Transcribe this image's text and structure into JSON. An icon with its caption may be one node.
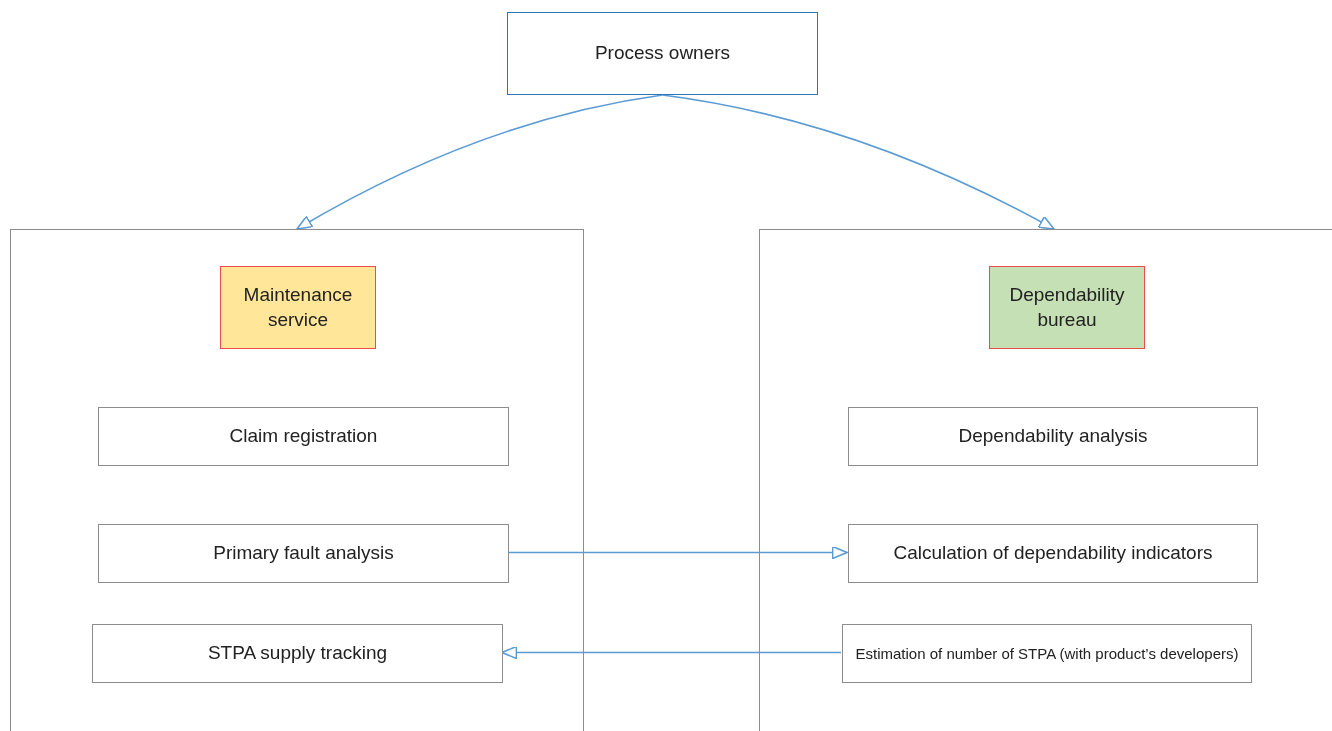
{
  "diagram": {
    "nodes": [
      {
        "text": [
          "Process owners"
        ]
      },
      {
        "text": [],
        "shape": "box"
      },
      {
        "text": [
          "Maintenance service"
        ],
        "in": 1
      },
      {
        "text": [
          "Claim registration"
        ],
        "in": 1
      },
      {
        "text": [
          "Primary fault analysis"
        ],
        "in": 1
      },
      {
        "text": [
          "STPA supply tracking"
        ],
        "in": 1
      },
      {
        "text": [],
        "shape": "box"
      },
      {
        "text": [
          "Dependability bureau"
        ],
        "in": 6
      },
      {
        "text": [
          "Dependability analysis"
        ],
        "in": 6
      },
      {
        "text": [
          "Calculation of dependability indicators"
        ],
        "in": 6
      },
      {
        "text": [
          "Estimation of number of STPA (with product’s developers)"
        ],
        "in": 6
      }
    ],
    "edges": [
      {
        "from": 0,
        "to": 1,
        "arrow": "to"
      },
      {
        "from": 0,
        "to": 6,
        "arrow": "to"
      },
      {
        "from": 4,
        "to": 9,
        "arrow": "to"
      },
      {
        "from": 10,
        "to": 5,
        "arrow": "to"
      }
    ]
  }
}
